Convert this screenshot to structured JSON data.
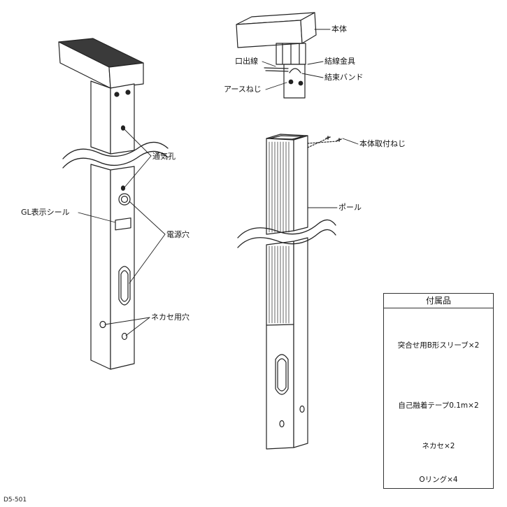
{
  "diagram": {
    "labels": {
      "main_body": "本体",
      "outlet_wire": "口出線",
      "wiring_bracket": "結線金具",
      "cable_tie": "結束バンド",
      "earth_screw": "アースねじ",
      "body_mount_screw": "本体取付ねじ",
      "vent_hole": "通気孔",
      "gl_seal": "GL表示シール",
      "power_hole": "電源穴",
      "nut_hole": "ネカセ用穴",
      "pole": "ポール"
    },
    "accessories": {
      "title": "付属品",
      "items": [
        "突合せ用B形スリーブ×2",
        "自己融着テープ0.1m×2",
        "ネカセ×2",
        "Oリング×4"
      ]
    },
    "document_id": "D5-501"
  },
  "colors": {
    "line": "#222222",
    "fill": "#ffffff",
    "top_dark": "#3a3a3a"
  }
}
